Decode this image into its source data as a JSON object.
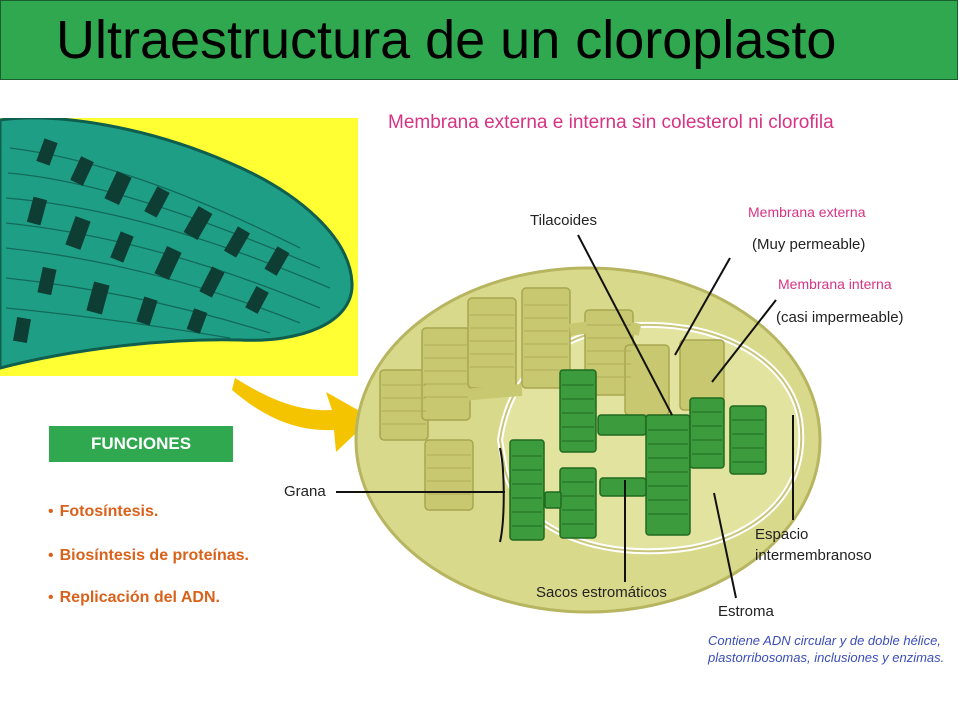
{
  "title": "Ultraestructura de un cloroplasto",
  "subtitle": "Membrana externa e interna sin colesterol ni clorofila",
  "labels": {
    "tilacoides": "Tilacoides",
    "membrana_externa": "Membrana externa",
    "muy_permeable": "(Muy permeable)",
    "membrana_interna": "Membrana interna",
    "casi_impermeable": "(casi impermeable)",
    "grana": "Grana",
    "espacio_intermembranoso_1": "Espacio",
    "espacio_intermembranoso_2": "intermembranoso",
    "sacos_estromaticos": "Sacos estromáticos",
    "estroma": "Estroma"
  },
  "funciones": {
    "heading": "FUNCIONES",
    "items": [
      "Fotosíntesis.",
      "Biosíntesis de proteínas.",
      "Replicación del ADN."
    ]
  },
  "note": "Contiene ADN circular y de doble hélice, plastorribosomas, inclusiones y enzimas.",
  "colors": {
    "title_bg": "#2fa84f",
    "accent_pink": "#d63384",
    "function_text": "#d9621b",
    "note_text": "#3b4db8",
    "micrograph_bg": "#ffff33"
  }
}
